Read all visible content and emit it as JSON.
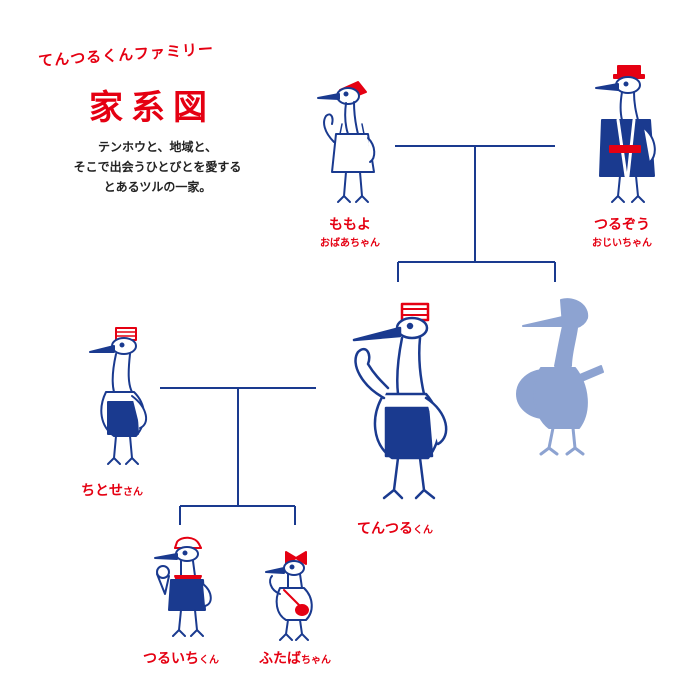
{
  "header": {
    "subtitle": "てんつるくんファミリー",
    "title": "家系図",
    "intro_lines": [
      "テンホウと、地域と、",
      "そこで出会うひとびとを愛する",
      "とあるツルの一家。"
    ]
  },
  "members": {
    "momoyo": {
      "name": "ももよ",
      "role": "おばあちゃん"
    },
    "tsuruzou": {
      "name": "つるぞう",
      "role": "おじいちゃん"
    },
    "chitose": {
      "name": "ちとせ",
      "suffix": "さん"
    },
    "tentsuru": {
      "name": "てんつる",
      "suffix": "くん"
    },
    "tsuruichi": {
      "name": "つるいち",
      "suffix": "くん"
    },
    "futaba": {
      "name": "ふたば",
      "suffix": "ちゃん"
    }
  },
  "colors": {
    "accent_red": "#e50012",
    "navy": "#1a3a8f",
    "silhouette": "#8da3d1"
  }
}
